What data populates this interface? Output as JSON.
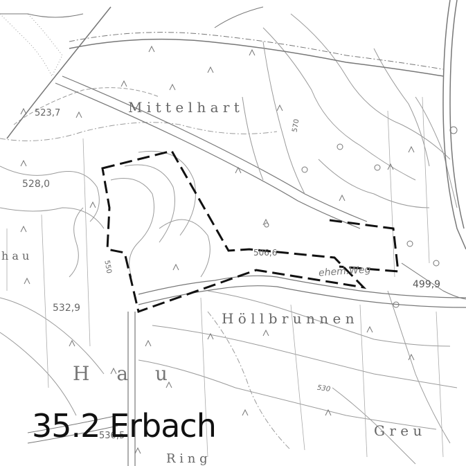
{
  "map": {
    "title": "35.2 Erbach",
    "place_names": [
      {
        "id": "mittelhart",
        "text": "M i t t e l h a r t"
      },
      {
        "id": "hoellbrunnen",
        "text": "H ö l l b r u n n e n"
      },
      {
        "id": "hau-big",
        "text": "H a u"
      },
      {
        "id": "hau-left",
        "text": "h a u"
      },
      {
        "id": "greu",
        "text": "G r e u"
      },
      {
        "id": "ring",
        "text": "R i n g"
      },
      {
        "id": "ehemweg",
        "text": "ehem.Weg"
      }
    ],
    "elevation_labels": [
      {
        "id": "e523",
        "text": "523,7"
      },
      {
        "id": "e528",
        "text": "528,0"
      },
      {
        "id": "e532",
        "text": "532,9"
      },
      {
        "id": "e499",
        "text": "499,9"
      },
      {
        "id": "e506",
        "text": "506,6"
      },
      {
        "id": "e536",
        "text": "536,5"
      },
      {
        "id": "c570",
        "text": "570"
      },
      {
        "id": "c550",
        "text": "550"
      },
      {
        "id": "c530",
        "text": "530"
      }
    ]
  },
  "colors": {
    "background": "#ffffff",
    "contour": "#8a8a8a",
    "road": "#777777",
    "boundary": "#111111",
    "text": "#555555"
  }
}
